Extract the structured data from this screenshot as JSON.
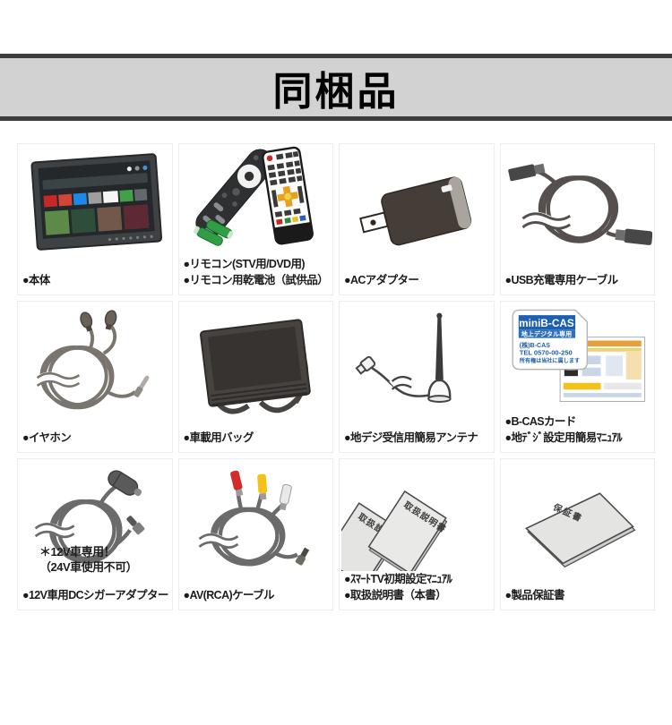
{
  "header": {
    "title": "同梱品"
  },
  "palette": {
    "banner_bg": "#d2d2d2",
    "banner_border": "#3d3d3d",
    "battery_green": "#2f9e44",
    "bcas_blue": "#1d5fb0",
    "rca_red": "#d22b2b",
    "rca_yellow": "#f2c218",
    "rca_white": "#e9e9e7"
  },
  "cells": [
    {
      "id": "main-unit",
      "labels": [
        "●本体"
      ]
    },
    {
      "id": "remotes",
      "labels": [
        "●リモコン(STV用/DVD用)",
        "●リモコン用乾電池（試供品）"
      ]
    },
    {
      "id": "ac-adapter",
      "labels": [
        "●ACアダプター"
      ]
    },
    {
      "id": "usb-cable",
      "labels": [
        "●USB充電専用ケーブル"
      ]
    },
    {
      "id": "earphone",
      "labels": [
        "●イヤホン"
      ]
    },
    {
      "id": "car-bag",
      "labels": [
        "●車載用バッグ"
      ]
    },
    {
      "id": "antenna",
      "labels": [
        "●地デジ受信用簡易アンテナ"
      ]
    },
    {
      "id": "bcas",
      "labels": [
        "●B-CASカード",
        "●地ﾃﾞｼﾞ設定用簡易ﾏﾆｭｱﾙ"
      ],
      "card": {
        "title": "miniB-CAS",
        "subtitle": "地上デジタル専用",
        "line1": "(株)B-CAS",
        "line2": "TEL 0570-00-250",
        "line3": "所有権は当社に属します"
      }
    },
    {
      "id": "dc-adapter",
      "labels": [
        "●12V車用DCシガーアダプター"
      ],
      "note": [
        "＊12V車専用！",
        "（24V車使用不可）"
      ]
    },
    {
      "id": "av-cable",
      "labels": [
        "●AV(RCA)ケーブル"
      ]
    },
    {
      "id": "manuals",
      "labels": [
        "●ｽﾏｰﾄTV初期設定ﾏﾆｭｱﾙ",
        "●取扱説明書（本書）"
      ],
      "booklet_text": "取扱説明書"
    },
    {
      "id": "warranty",
      "labels": [
        "●製品保証書"
      ],
      "sheet_text": "保証書"
    }
  ]
}
